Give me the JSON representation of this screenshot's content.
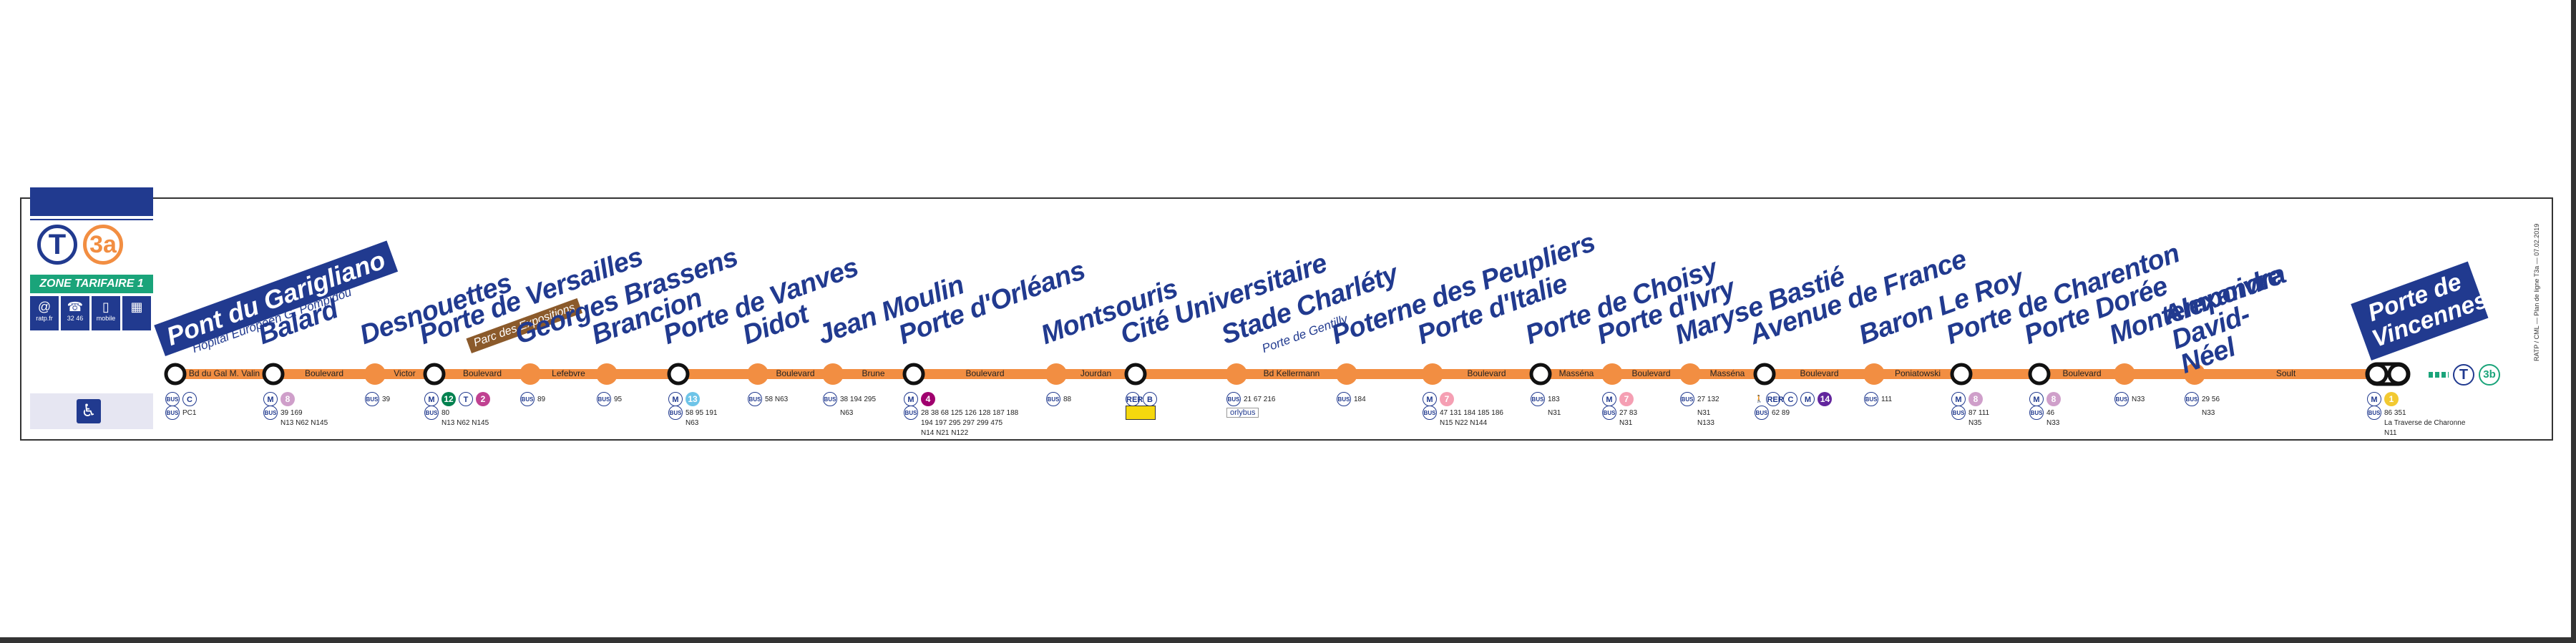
{
  "brand": {
    "mode_logo": "T",
    "line_logo": "3a",
    "zone_label": "ZONE TARIFAIRE 1",
    "contacts": [
      {
        "icon": "at-icon",
        "glyph": "@",
        "label": "ratp.fr"
      },
      {
        "icon": "phone-icon",
        "glyph": "☎",
        "label": "32 46"
      },
      {
        "icon": "mobile-icon",
        "glyph": "▯",
        "label": "mobile"
      },
      {
        "icon": "qr-icon",
        "glyph": "▦",
        "label": ""
      }
    ],
    "accessibility_icon": "wheelchair-icon"
  },
  "colors": {
    "line": "#f28e42",
    "brand_blue": "#213a8f",
    "zone_green": "#1aa47a",
    "expo_brown": "#8b5a2b"
  },
  "stations": [
    {
      "name": "Pont du Garigliano",
      "sub": "Hôpital Européen G. Pompidou",
      "terminus": true,
      "interchange": true,
      "conn": [
        {
          "items": [
            {
              "t": "bus",
              "v": "BUS"
            },
            {
              "t": "rer",
              "v": "C"
            }
          ]
        },
        {
          "items": [
            {
              "t": "bus",
              "v": "BUS"
            },
            {
              "t": "text",
              "v": "PC1"
            }
          ]
        }
      ]
    },
    {
      "name": "Balard",
      "interchange": true,
      "conn": [
        {
          "items": [
            {
              "t": "metro",
              "v": "M"
            },
            {
              "t": "line",
              "v": "8",
              "c": "#cf9fca"
            }
          ]
        },
        {
          "items": [
            {
              "t": "bus",
              "v": "BUS"
            },
            {
              "t": "text",
              "v": "39 169"
            }
          ]
        },
        {
          "items": [
            {
              "t": "text",
              "v": "N13 N62 N145"
            }
          ]
        }
      ]
    },
    {
      "name": "Desnouettes",
      "interchange": false,
      "conn": [
        {
          "items": [
            {
              "t": "bus",
              "v": "BUS"
            },
            {
              "t": "text",
              "v": "39"
            }
          ]
        }
      ]
    },
    {
      "name": "Porte de Versailles",
      "expo": "Parc des Expositions",
      "interchange": true,
      "conn": [
        {
          "items": [
            {
              "t": "metro",
              "v": "M"
            },
            {
              "t": "line",
              "v": "12",
              "c": "#00814f"
            },
            {
              "t": "tram",
              "v": "T"
            },
            {
              "t": "line",
              "v": "2",
              "c": "#c04191"
            }
          ]
        },
        {
          "items": [
            {
              "t": "bus",
              "v": "BUS"
            },
            {
              "t": "text",
              "v": "80"
            }
          ]
        },
        {
          "items": [
            {
              "t": "text",
              "v": "N13 N62 N145"
            }
          ]
        }
      ]
    },
    {
      "name": "Georges Brassens",
      "interchange": false,
      "conn": [
        {
          "items": [
            {
              "t": "bus",
              "v": "BUS"
            },
            {
              "t": "text",
              "v": "89"
            }
          ]
        }
      ]
    },
    {
      "name": "Brancion",
      "interchange": false,
      "conn": [
        {
          "items": [
            {
              "t": "bus",
              "v": "BUS"
            },
            {
              "t": "text",
              "v": "95"
            }
          ]
        }
      ]
    },
    {
      "name": "Porte de Vanves",
      "interchange": true,
      "conn": [
        {
          "items": [
            {
              "t": "metro",
              "v": "M"
            },
            {
              "t": "line",
              "v": "13",
              "c": "#6ec4e8"
            }
          ]
        },
        {
          "items": [
            {
              "t": "bus",
              "v": "BUS"
            },
            {
              "t": "text",
              "v": "58 95 191"
            }
          ]
        },
        {
          "items": [
            {
              "t": "text",
              "v": "N63"
            }
          ]
        }
      ]
    },
    {
      "name": "Didot",
      "interchange": false,
      "conn": [
        {
          "items": [
            {
              "t": "bus",
              "v": "BUS"
            },
            {
              "t": "text",
              "v": "58 N63"
            }
          ]
        }
      ]
    },
    {
      "name": "Jean Moulin",
      "interchange": false,
      "conn": [
        {
          "items": [
            {
              "t": "bus",
              "v": "BUS"
            },
            {
              "t": "text",
              "v": "38 194 295"
            }
          ]
        },
        {
          "items": [
            {
              "t": "text",
              "v": "N63"
            }
          ]
        }
      ]
    },
    {
      "name": "Porte d'Orléans",
      "interchange": true,
      "conn": [
        {
          "items": [
            {
              "t": "metro",
              "v": "M"
            },
            {
              "t": "line",
              "v": "4",
              "c": "#a0006e"
            }
          ]
        },
        {
          "items": [
            {
              "t": "bus",
              "v": "BUS"
            },
            {
              "t": "text",
              "v": "28 38 68 125 126 128 187 188"
            }
          ]
        },
        {
          "items": [
            {
              "t": "text",
              "v": "194 197 295 297 299 475"
            }
          ]
        },
        {
          "items": [
            {
              "t": "text",
              "v": "N14 N21 N122"
            }
          ]
        }
      ]
    },
    {
      "name": "Montsouris",
      "interchange": false,
      "conn": [
        {
          "items": [
            {
              "t": "bus",
              "v": "BUS"
            },
            {
              "t": "text",
              "v": "88"
            }
          ]
        }
      ]
    },
    {
      "name": "Cité Universitaire",
      "interchange": true,
      "conn": [
        {
          "items": [
            {
              "t": "rer",
              "v": "RER"
            },
            {
              "t": "rer",
              "v": "B"
            }
          ]
        },
        {
          "items": [
            {
              "t": "badge",
              "v": "ext"
            }
          ]
        }
      ]
    },
    {
      "name": "Stade Charléty",
      "sub": "Porte de Gentilly",
      "interchange": false,
      "conn": [
        {
          "items": [
            {
              "t": "bus",
              "v": "BUS"
            },
            {
              "t": "text",
              "v": "21 67 216"
            }
          ]
        },
        {
          "items": [
            {
              "t": "ob",
              "v": "orlybus"
            }
          ]
        }
      ]
    },
    {
      "name": "Poterne des Peupliers",
      "interchange": false,
      "conn": [
        {
          "items": [
            {
              "t": "bus",
              "v": "BUS"
            },
            {
              "t": "text",
              "v": "184"
            }
          ]
        }
      ]
    },
    {
      "name": "Porte d'Italie",
      "interchange": false,
      "conn": [
        {
          "items": [
            {
              "t": "metro",
              "v": "M"
            },
            {
              "t": "line",
              "v": "7",
              "c": "#f59fb3"
            }
          ]
        },
        {
          "items": [
            {
              "t": "bus",
              "v": "BUS"
            },
            {
              "t": "text",
              "v": "47 131 184 185 186"
            }
          ]
        },
        {
          "items": [
            {
              "t": "text",
              "v": "N15 N22 N144"
            }
          ]
        }
      ]
    },
    {
      "name": "Porte de Choisy",
      "interchange": true,
      "conn": [
        {
          "items": [
            {
              "t": "bus",
              "v": "BUS"
            },
            {
              "t": "text",
              "v": "183"
            }
          ]
        },
        {
          "items": [
            {
              "t": "text",
              "v": "N31"
            }
          ]
        }
      ]
    },
    {
      "name": "Porte d'Ivry",
      "interchange": false,
      "conn": [
        {
          "items": [
            {
              "t": "metro",
              "v": "M"
            },
            {
              "t": "line",
              "v": "7",
              "c": "#f59fb3"
            }
          ]
        },
        {
          "items": [
            {
              "t": "bus",
              "v": "BUS"
            },
            {
              "t": "text",
              "v": "27 83"
            }
          ]
        },
        {
          "items": [
            {
              "t": "text",
              "v": "N31"
            }
          ]
        }
      ]
    },
    {
      "name": "Maryse Bastié",
      "interchange": false,
      "conn": [
        {
          "items": [
            {
              "t": "bus",
              "v": "BUS"
            },
            {
              "t": "text",
              "v": "27 132"
            }
          ]
        },
        {
          "items": [
            {
              "t": "text",
              "v": "N31"
            }
          ]
        },
        {
          "items": [
            {
              "t": "text",
              "v": "N133"
            }
          ]
        }
      ]
    },
    {
      "name": "Avenue de France",
      "interchange": true,
      "conn": [
        {
          "items": [
            {
              "t": "walk",
              "v": "🚶"
            },
            {
              "t": "rer",
              "v": "RER"
            },
            {
              "t": "rer",
              "v": "C"
            },
            {
              "t": "metro",
              "v": "M"
            },
            {
              "t": "line",
              "v": "14",
              "c": "#62259d"
            }
          ]
        },
        {
          "items": [
            {
              "t": "bus",
              "v": "BUS"
            },
            {
              "t": "text",
              "v": "62 89"
            }
          ]
        }
      ]
    },
    {
      "name": "Baron Le Roy",
      "interchange": false,
      "conn": [
        {
          "items": [
            {
              "t": "bus",
              "v": "BUS"
            },
            {
              "t": "text",
              "v": "111"
            }
          ]
        }
      ]
    },
    {
      "name": "Porte de Charenton",
      "interchange": true,
      "conn": [
        {
          "items": [
            {
              "t": "metro",
              "v": "M"
            },
            {
              "t": "line",
              "v": "8",
              "c": "#cf9fca"
            }
          ]
        },
        {
          "items": [
            {
              "t": "bus",
              "v": "BUS"
            },
            {
              "t": "text",
              "v": "87 111"
            }
          ]
        },
        {
          "items": [
            {
              "t": "text",
              "v": "N35"
            }
          ]
        }
      ]
    },
    {
      "name": "Porte Dorée",
      "interchange": true,
      "conn": [
        {
          "items": [
            {
              "t": "metro",
              "v": "M"
            },
            {
              "t": "line",
              "v": "8",
              "c": "#cf9fca"
            }
          ]
        },
        {
          "items": [
            {
              "t": "bus",
              "v": "BUS"
            },
            {
              "t": "text",
              "v": "46"
            }
          ]
        },
        {
          "items": [
            {
              "t": "text",
              "v": "N33"
            }
          ]
        }
      ]
    },
    {
      "name": "Montempoivre",
      "interchange": false,
      "conn": [
        {
          "items": [
            {
              "t": "bus",
              "v": "BUS"
            },
            {
              "t": "text",
              "v": "N33"
            }
          ]
        }
      ]
    },
    {
      "name": "Alexandra David-Néel",
      "interchange": false,
      "conn": [
        {
          "items": [
            {
              "t": "bus",
              "v": "BUS"
            },
            {
              "t": "text",
              "v": "29 56"
            }
          ]
        },
        {
          "items": [
            {
              "t": "text",
              "v": "N33"
            }
          ]
        }
      ]
    },
    {
      "name": "Porte de Vincennes",
      "terminus": true,
      "interchange": true,
      "conn": [
        {
          "items": [
            {
              "t": "metro",
              "v": "M"
            },
            {
              "t": "line",
              "v": "1",
              "c": "#f2c931"
            }
          ]
        },
        {
          "items": [
            {
              "t": "bus",
              "v": "BUS"
            },
            {
              "t": "text",
              "v": "86 351"
            }
          ]
        },
        {
          "items": [
            {
              "t": "text",
              "v": "La Traverse de Charonne"
            }
          ]
        },
        {
          "items": [
            {
              "t": "text",
              "v": "N11"
            }
          ]
        }
      ]
    }
  ],
  "streets": [
    {
      "label": "Bd du Gal M. Valin",
      "between": [
        0,
        1
      ]
    },
    {
      "label": "Boulevard",
      "between": [
        1,
        2
      ]
    },
    {
      "label": "Victor",
      "between": [
        2,
        3
      ]
    },
    {
      "label": "Boulevard",
      "between": [
        3,
        4
      ]
    },
    {
      "label": "Lefebvre",
      "between": [
        4,
        5
      ]
    },
    {
      "label": "Boulevard",
      "between": [
        7,
        8
      ]
    },
    {
      "label": "Brune",
      "between": [
        8,
        9
      ]
    },
    {
      "label": "Boulevard",
      "between": [
        9,
        10
      ]
    },
    {
      "label": "Jourdan",
      "between": [
        10,
        11
      ]
    },
    {
      "label": "Bd Kellermann",
      "between": [
        12,
        13
      ]
    },
    {
      "label": "Boulevard",
      "between": [
        14,
        15
      ]
    },
    {
      "label": "Masséna",
      "between": [
        15,
        16
      ]
    },
    {
      "label": "Boulevard",
      "between": [
        16,
        17
      ]
    },
    {
      "label": "Masséna",
      "between": [
        17,
        18
      ]
    },
    {
      "label": "Boulevard",
      "between": [
        18,
        19
      ]
    },
    {
      "label": "Poniatowski",
      "between": [
        19,
        20
      ]
    },
    {
      "label": "Boulevard",
      "between": [
        21,
        22
      ]
    },
    {
      "label": "Soult",
      "between": [
        23,
        24
      ]
    }
  ],
  "extension": {
    "mode": "T",
    "line": "3b"
  },
  "footer_vertical": "RATP / CML — Plan de ligne T3a — 07.02.2019"
}
